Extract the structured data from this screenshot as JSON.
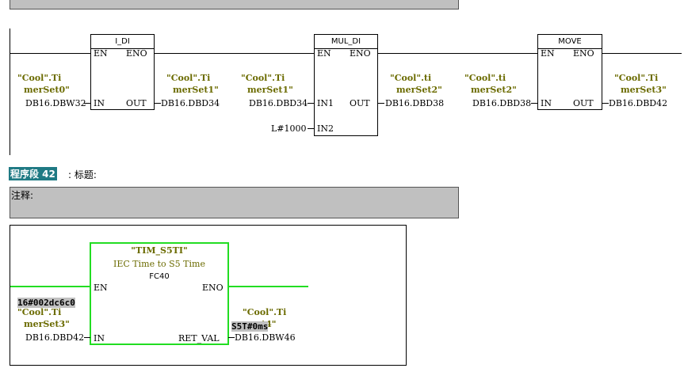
{
  "net41": {
    "i_di": {
      "title": "I_DI",
      "en": "EN",
      "eno": "ENO",
      "in": "IN",
      "out": "OUT",
      "in_sym": [
        "\"Cool\".Ti",
        "merSet0\""
      ],
      "in_addr": "DB16.DBW32",
      "out_sym": [
        "\"Cool\".Ti",
        "merSet1\""
      ],
      "out_addr": "DB16.DBD34"
    },
    "mul_di": {
      "title": "MUL_DI",
      "en": "EN",
      "eno": "ENO",
      "in1": "IN1",
      "in2": "IN2",
      "out": "OUT",
      "in1_sym": [
        "\"Cool\".Ti",
        "merSet1\""
      ],
      "in1_addr": "DB16.DBD34",
      "in2_val": "L#1000",
      "out_sym": [
        "\"Cool\".ti",
        "merSet2\""
      ],
      "out_addr": "DB16.DBD38"
    },
    "move": {
      "title": "MOVE",
      "en": "EN",
      "eno": "ENO",
      "in": "IN",
      "out": "OUT",
      "in_sym": [
        "\"Cool\".ti",
        "merSet2\""
      ],
      "in_addr": "DB16.DBD38",
      "out_sym": [
        "\"Cool\".Ti",
        "merSet3\""
      ],
      "out_addr": "DB16.DBD42"
    }
  },
  "net42": {
    "label": "程序段 42",
    "title_label": ": 标题:",
    "comment_label": "注释:",
    "block": {
      "name": "\"TIM_S5TI\"",
      "desc": "IEC Time to S5 Time",
      "fc": "FC40",
      "en": "EN",
      "eno": "ENO",
      "in": "IN",
      "ret": "RET_VAL",
      "status_in": "16#002dc6c0",
      "in_sym": [
        "\"Cool\".Ti",
        "merSet3\""
      ],
      "in_addr": "DB16.DBD42",
      "status_out": "S5T#0ms",
      "out_sym": [
        "\"Cool\".Ti",
        "t4\""
      ],
      "out_addr": "DB16.DBW46"
    }
  }
}
